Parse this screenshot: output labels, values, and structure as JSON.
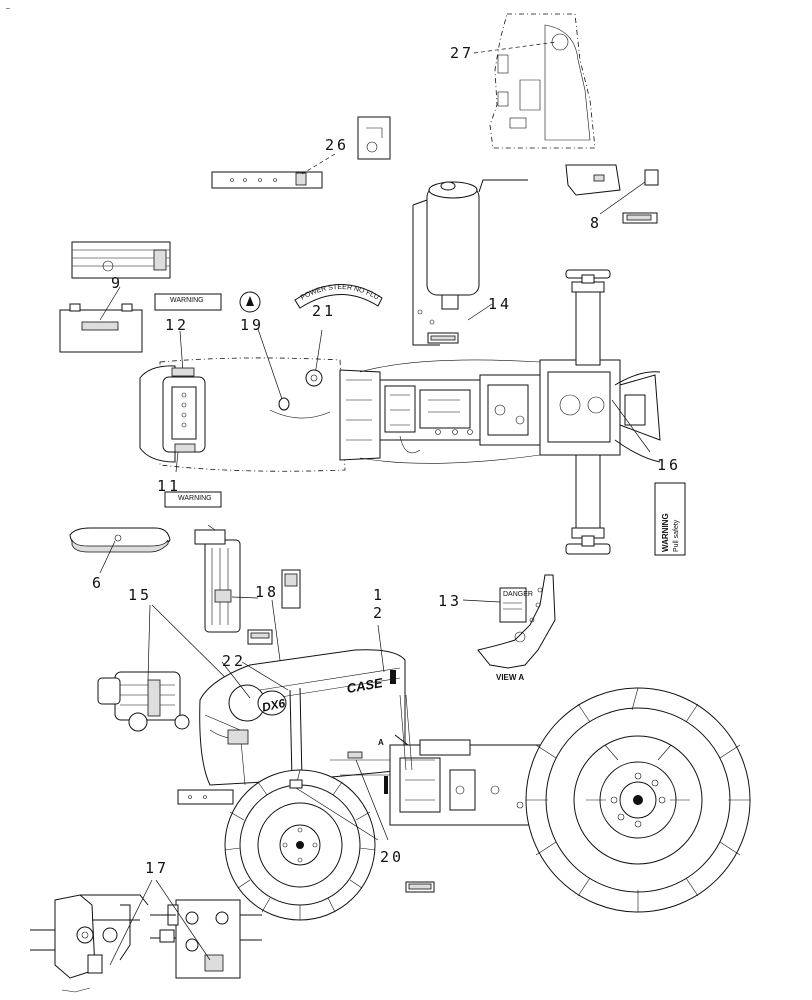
{
  "top_mark": "–",
  "callouts": {
    "c1": "1",
    "c2": "2",
    "c6": "6",
    "c8": "8",
    "c9": "9",
    "c11": "11",
    "c12": "12",
    "c13": "13",
    "c14": "14",
    "c15": "15",
    "c16": "16",
    "c17": "17",
    "c18": "18",
    "c19": "19",
    "c20": "20",
    "c21": "21",
    "c22": "22",
    "c26": "26",
    "c27": "27"
  },
  "view_label": "VIEW A",
  "view_marker": "A",
  "decals": {
    "power_steer": "POWER STEER NO FLUID",
    "warning_right": "WARNING",
    "warning_right_sub": "Pull safety",
    "warning_11": "WARNING",
    "warning_12": "WARNING",
    "danger_13": "DANGER",
    "brand_case": "CASE",
    "brand_model": "DX6"
  }
}
